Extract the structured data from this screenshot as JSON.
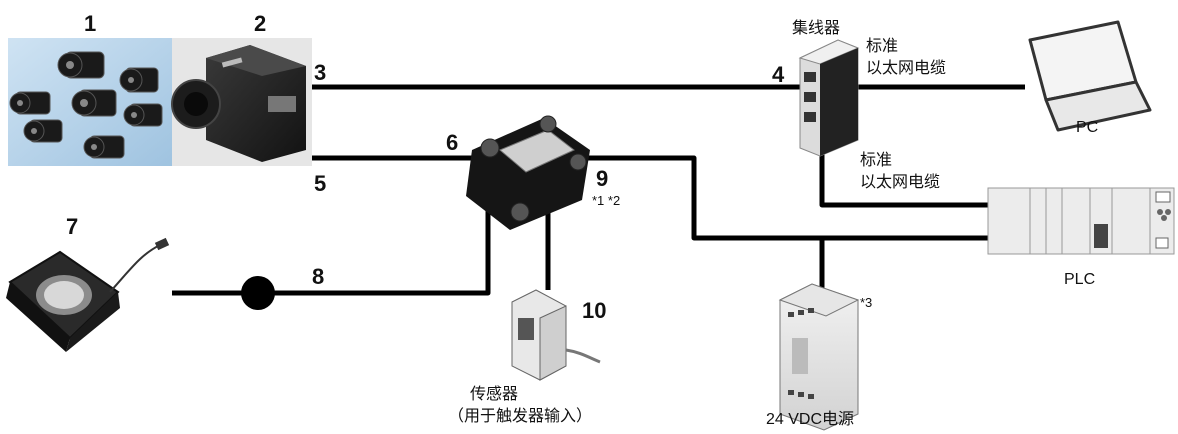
{
  "callouts": {
    "lens": "1",
    "camera": "2",
    "camera_cable": "3",
    "hub": "4",
    "camera_io_cable": "5",
    "junction_box": "6",
    "ring_light": "7",
    "light_cable": "8",
    "io_cable": "9",
    "sensor": "10"
  },
  "labels": {
    "hub": "集线器",
    "ethernet_top_1": "标准",
    "ethernet_top_2": "以太网电缆",
    "pc": "PC",
    "ethernet_mid_1": "标准",
    "ethernet_mid_2": "以太网电缆",
    "plc": "PLC",
    "sensor_1": "传感器",
    "sensor_2": "（用于触发器输入）",
    "power_supply": "24 VDC电源"
  },
  "notes": {
    "io_cable": "*1 *2",
    "power_supply": "*3"
  }
}
